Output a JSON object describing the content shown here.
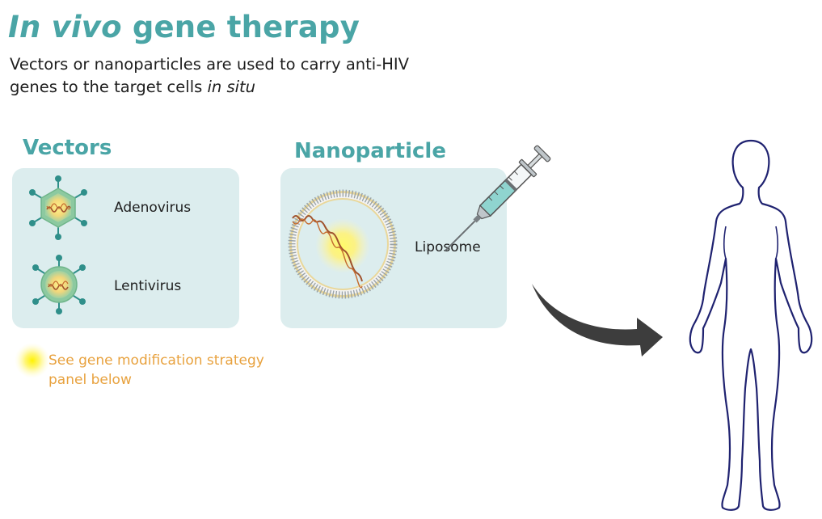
{
  "header": {
    "title_italic": "In vivo",
    "title_rest": " gene therapy",
    "subtitle_line1": "Vectors or nanoparticles are used to carry anti-HIV",
    "subtitle_line2_plain": "genes to the target cells ",
    "subtitle_line2_italic": "in situ"
  },
  "vectors": {
    "heading": "Vectors",
    "items": [
      {
        "label": "Adenovirus",
        "icon": "adenovirus-icon"
      },
      {
        "label": "Lentivirus",
        "icon": "lentivirus-icon"
      }
    ]
  },
  "nanoparticle": {
    "heading": "Nanoparticle",
    "items": [
      {
        "label": "Liposome",
        "icon": "liposome-icon"
      }
    ]
  },
  "legend": {
    "line1": "See gene modification strategy",
    "line2": "panel below",
    "icon": "yellow-glow-icon"
  },
  "icons": [
    "syringe-icon",
    "curved-arrow-icon",
    "human-body-icon"
  ],
  "colors": {
    "title": "#4aa5a6",
    "panel": "#dcedee",
    "note": "#e8a23f",
    "virus_shell": "#8cc9a0",
    "spike": "#2f8f8a",
    "body_outline": "#1f2270",
    "arrow": "#3d3d3d"
  }
}
